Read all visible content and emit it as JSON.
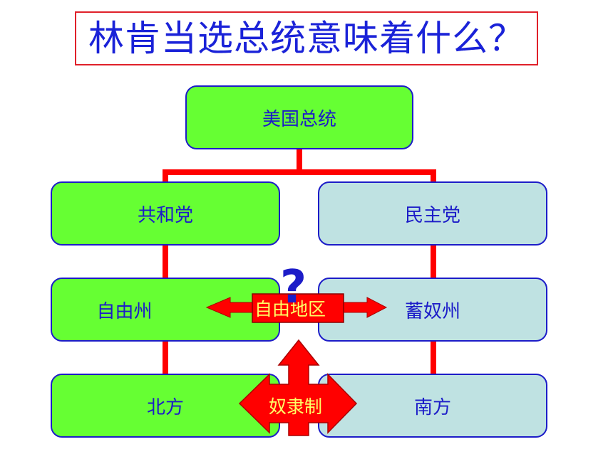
{
  "title": "林肯当选总统意味着什么？",
  "nodes": {
    "president": "美国总统",
    "republican": "共和党",
    "democratic": "民主党",
    "free_states": "自由州",
    "slave_states": "蓄奴州",
    "north": "北方",
    "south": "南方"
  },
  "overlays": {
    "free_region": "自由地区",
    "slavery": "奴隶制",
    "question": "?"
  },
  "colors": {
    "title_text": "#1a22d8",
    "title_border": "#e0202a",
    "node_border": "#1c1cc8",
    "north_fill": "#66ff33",
    "south_fill": "#bfe2e2",
    "connector": "#ff0000",
    "label_yellow": "#ffff66"
  }
}
